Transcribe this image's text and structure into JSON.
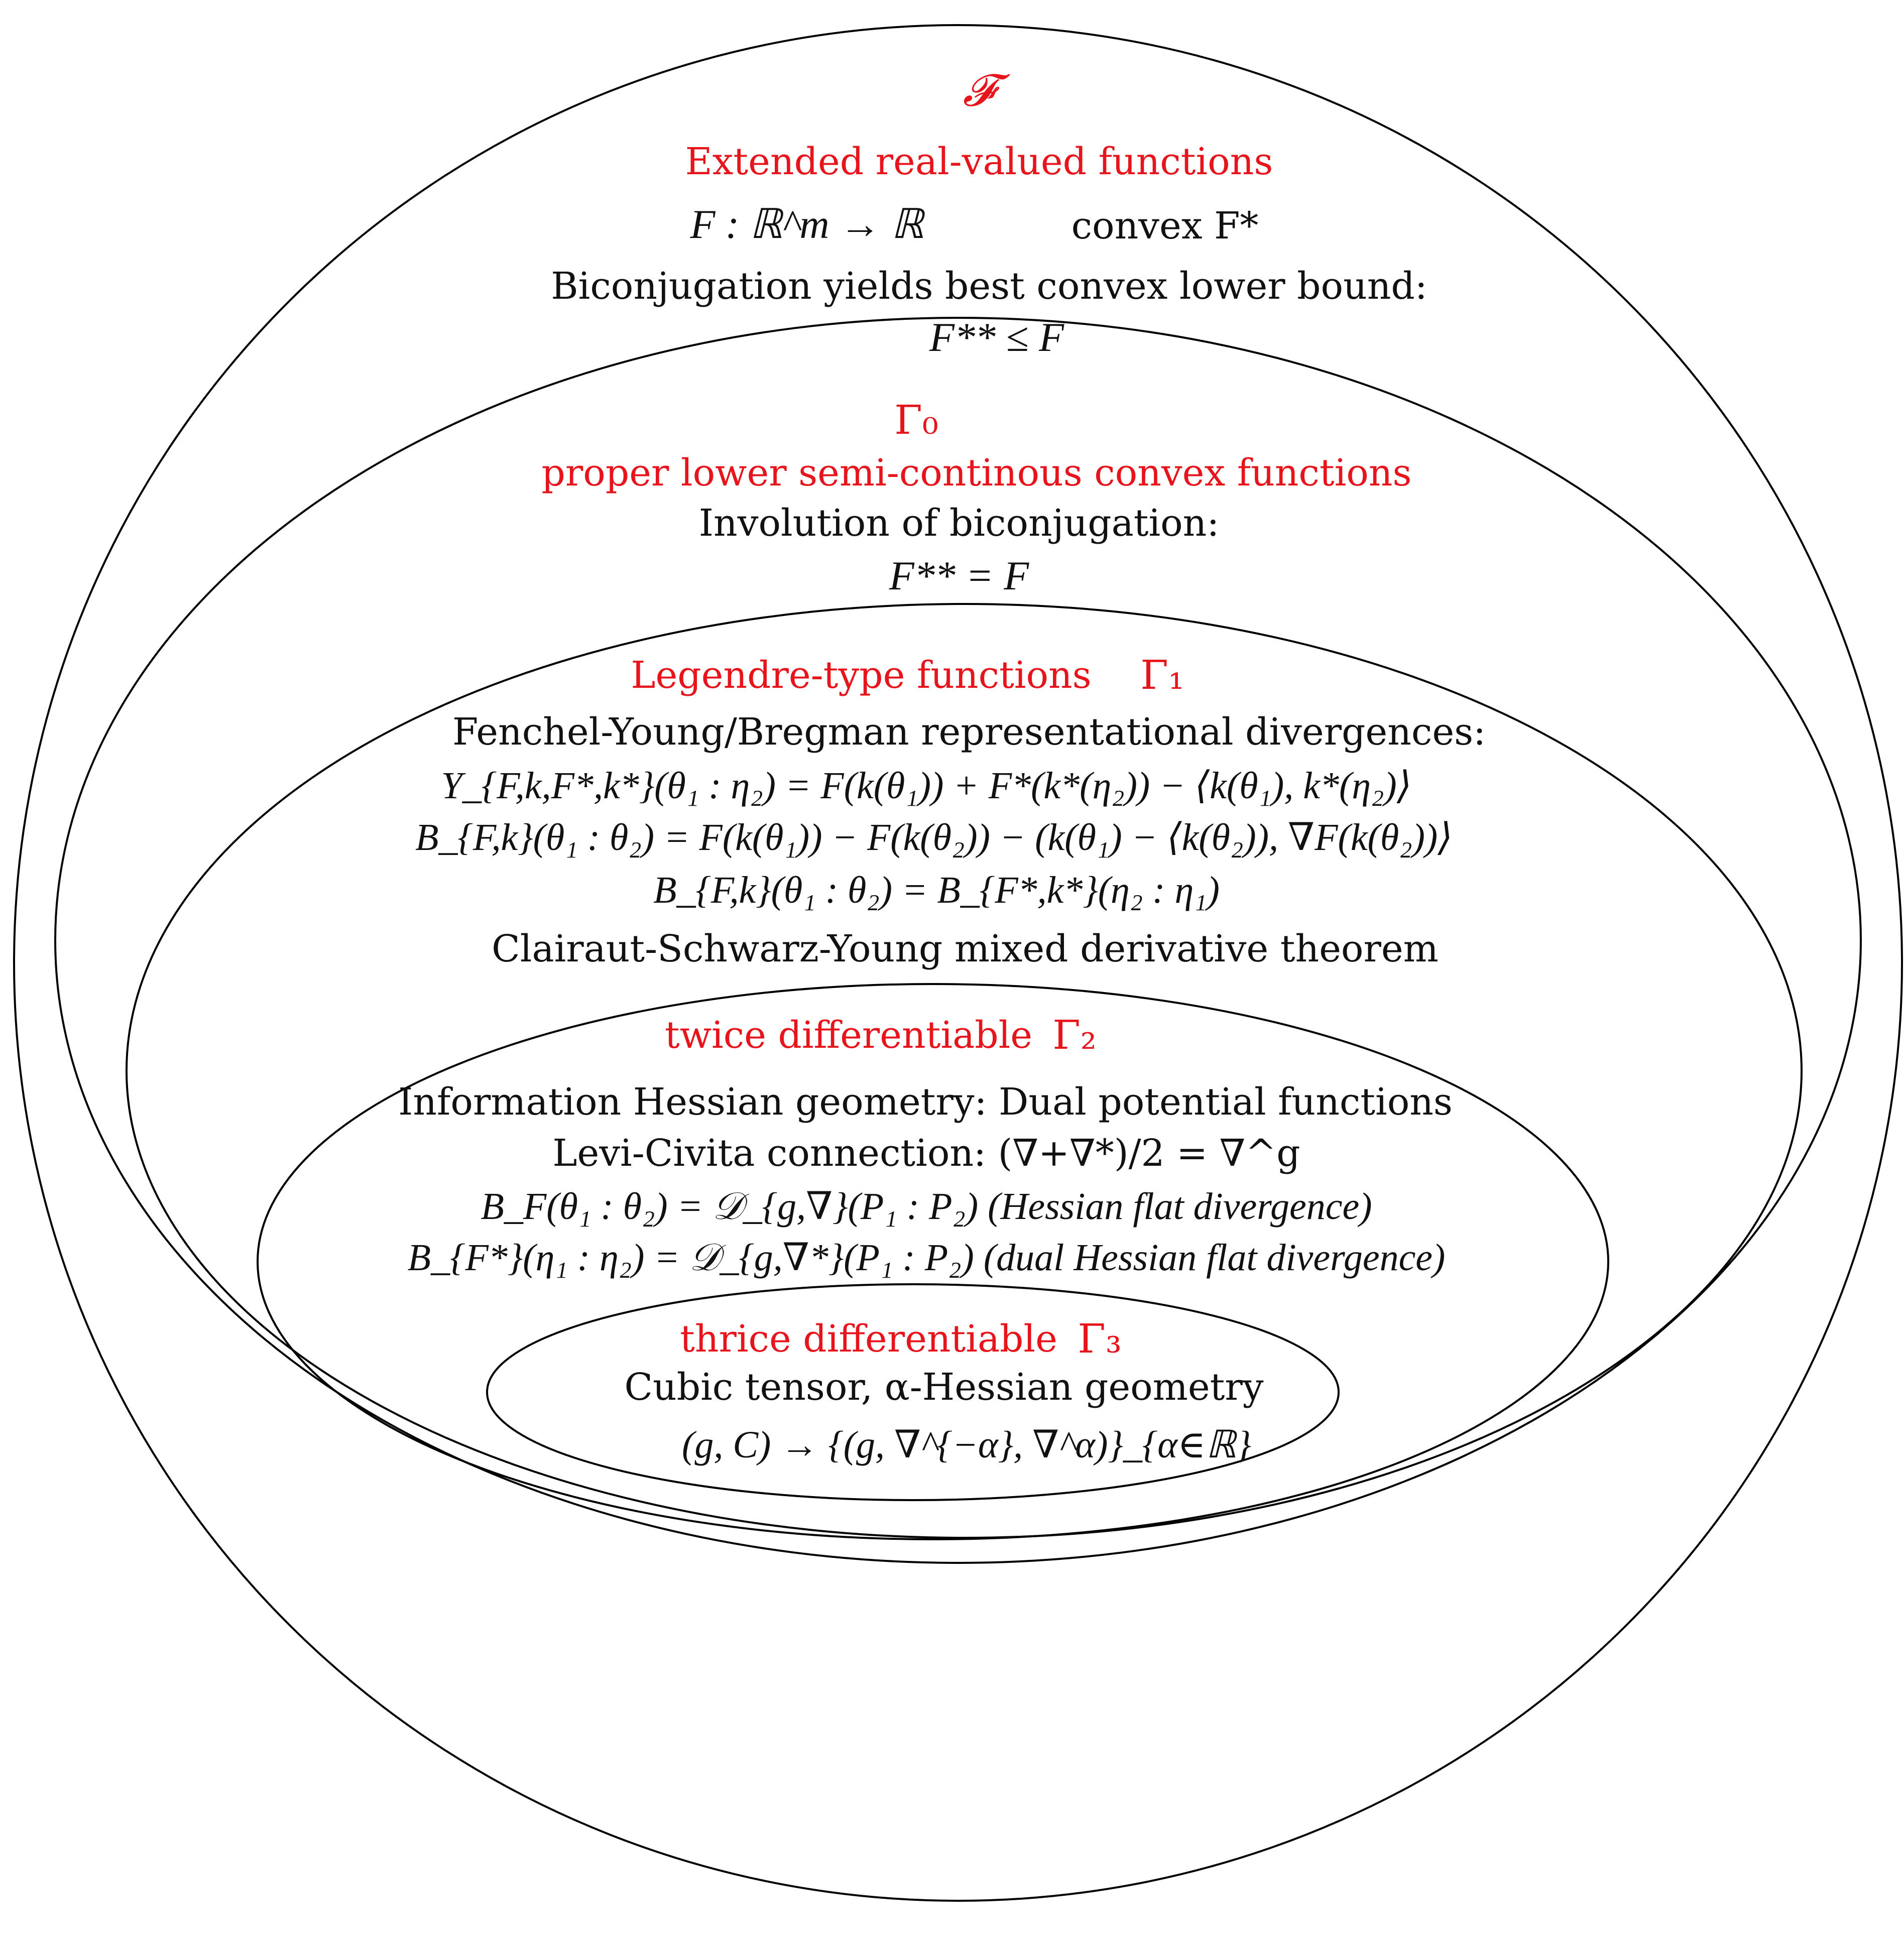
{
  "colors": {
    "heading": "#e8141c",
    "text": "#111111",
    "stroke": "#000000"
  },
  "sets": [
    {
      "id": "F",
      "symbol": "𝓕",
      "name": "Extended real-valued functions",
      "lines": [
        "F : ℝ^m → ℝ",
        "convex F*",
        "Biconjugation yields best convex lower bound:",
        "F** ≤ F"
      ]
    },
    {
      "id": "gamma0",
      "symbol": "Γ₀",
      "name": "proper lower semi-continous convex functions",
      "lines": [
        "Involution of biconjugation:",
        "F** = F"
      ]
    },
    {
      "id": "gamma1",
      "symbol": "Γ₁",
      "name": "Legendre-type functions",
      "lines": [
        "Fenchel-Young/Bregman representational divergences:",
        "Y_{F,k,F*,k*}(θ₁ : η₂) = F(k(θ₁)) + F*(k*(η₂)) − ⟨k(θ₁), k*(η₂)⟩",
        "B_{F,k}(θ₁ : θ₂) = F(k(θ₁)) − F(k(θ₂)) − (k(θ₁) − ⟨k(θ₂)), ∇F(k(θ₂))⟩",
        "B_{F,k}(θ₁ : θ₂) = B_{F*,k*}(η₂ : η₁)",
        "Clairaut-Schwarz-Young mixed derivative theorem"
      ]
    },
    {
      "id": "gamma2",
      "symbol": "Γ₂",
      "name": "twice differentiable",
      "lines": [
        "Information Hessian geometry: Dual potential functions",
        "Levi-Civita connection: (∇+∇*)/2 = ∇^g",
        "B_F(θ₁ : θ₂) = 𝒟_{g,∇}(P₁ : P₂) (Hessian flat divergence)",
        "B_{F*}(η₁ : η₂) = 𝒟_{g,∇*}(P₁ : P₂) (dual Hessian flat divergence)"
      ]
    },
    {
      "id": "gamma3",
      "symbol": "Γ₃",
      "name": "thrice differentiable",
      "lines": [
        "Cubic tensor, α-Hessian geometry",
        "(g, C) → {(g, ∇^{−α}, ∇^α)}_{α∈ℝ}"
      ]
    }
  ]
}
